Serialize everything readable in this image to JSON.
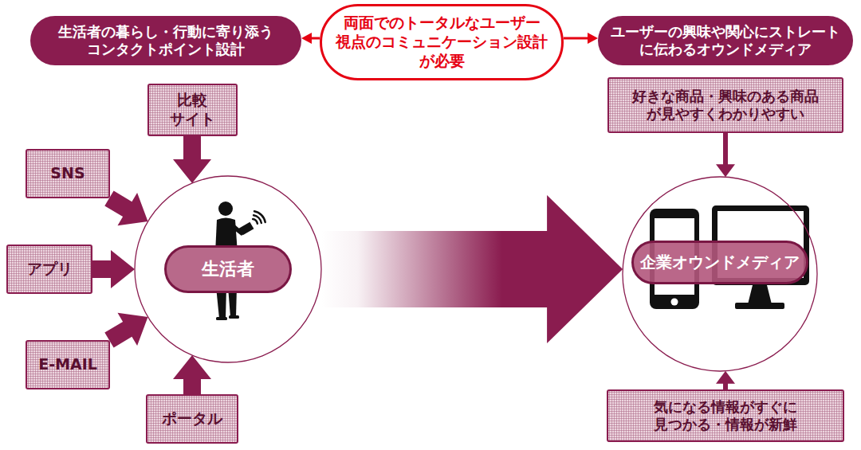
{
  "diagram": {
    "nodes": [
      {
        "text": [
          "生活者の暮らし・行動に寄り添う コンタクトポイント設計"
        ]
      },
      {
        "text": [
          "両面でのトータルなユーザー 視点のコミュニケーション設計 が必要"
        ]
      },
      {
        "text": [
          "ユーザーの興味や関心にストレート に伝わるオウンドメディア"
        ]
      },
      {
        "text": [
          "比較 サイト"
        ]
      },
      {
        "text": [
          "SNS"
        ]
      },
      {
        "text": [
          "アプリ"
        ]
      },
      {
        "text": [
          "E-MAIL"
        ]
      },
      {
        "text": [
          "ポータル"
        ]
      },
      {
        "text": [
          "生活者"
        ]
      },
      {
        "text": [
          "好きな商品・興味のある商品 が見やすくわかりやすい"
        ]
      },
      {
        "text": [
          "企業オウンドメディア"
        ]
      },
      {
        "text": [
          "気になる情報がすぐに 見つかる・情報が新鮮"
        ]
      }
    ],
    "edges": [
      {
        "from": 1,
        "to": 0,
        "arrow": "to"
      },
      {
        "from": 1,
        "to": 2,
        "arrow": "to"
      },
      {
        "from": 3,
        "to": 8,
        "arrow": "to"
      },
      {
        "from": 4,
        "to": 8,
        "arrow": "to"
      },
      {
        "from": 5,
        "to": 8,
        "arrow": "to"
      },
      {
        "from": 6,
        "to": 8,
        "arrow": "to"
      },
      {
        "from": 7,
        "to": 8,
        "arrow": "to"
      },
      {
        "from": 8,
        "to": 10,
        "arrow": "to"
      },
      {
        "from": 9,
        "to": 10,
        "arrow": "to"
      },
      {
        "from": 11,
        "to": 10,
        "arrow": "to"
      }
    ]
  }
}
